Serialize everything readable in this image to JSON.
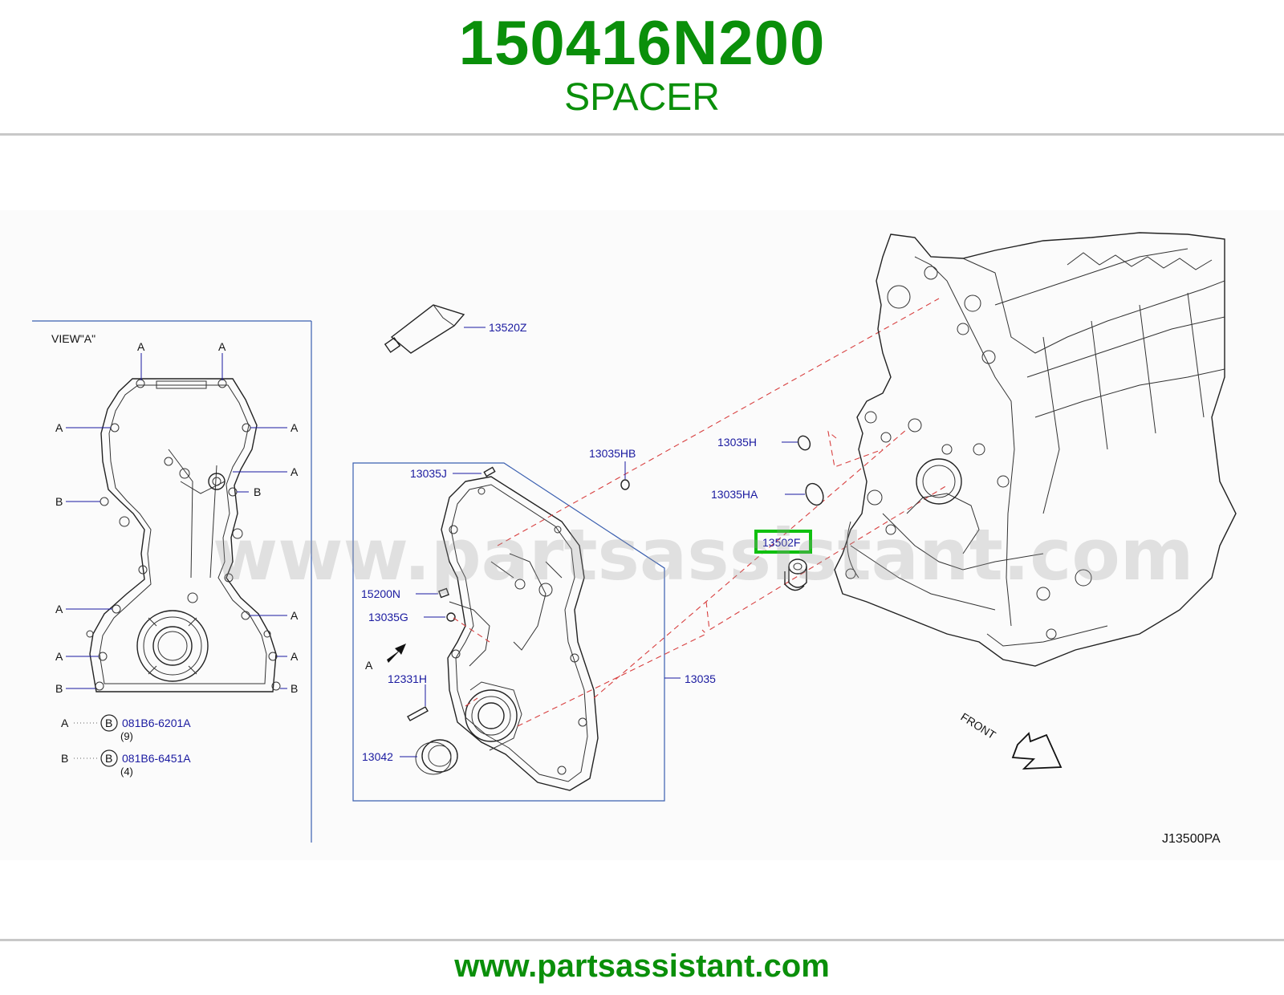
{
  "header": {
    "part_number": "150416N200",
    "part_name": "SPACER"
  },
  "diagram": {
    "view_label": "VIEW\"A\"",
    "watermark": "www.partsassistant.com",
    "front_label": "FRONT",
    "diagram_code": "J13500PA",
    "callouts": {
      "c13520Z": "13520Z",
      "c13035HB": "13035HB",
      "c13035H": "13035H",
      "c13035HA": "13035HA",
      "c13502F": "13502F",
      "c13035J": "13035J",
      "c15200N": "15200N",
      "c13035G": "13035G",
      "c12331H": "12331H",
      "c13042": "13042",
      "c13035": "13035"
    },
    "highlighted_callout": "13502F",
    "view_a_letters": {
      "a": "A",
      "b": "B"
    },
    "bolt_legend": [
      {
        "letter": "A",
        "circle": "B",
        "part": "081B6-6201A",
        "qty": "(9)"
      },
      {
        "letter": "B",
        "circle": "B",
        "part": "081B6-6451A",
        "qty": "(4)"
      }
    ],
    "arrow_label": "A"
  },
  "footer": {
    "url": "www.partsassistant.com"
  },
  "colors": {
    "brand_green": "#0a8f0a",
    "callout_blue": "#1a1aa0",
    "highlight_green": "#10c010",
    "dash_red": "#d84040"
  }
}
